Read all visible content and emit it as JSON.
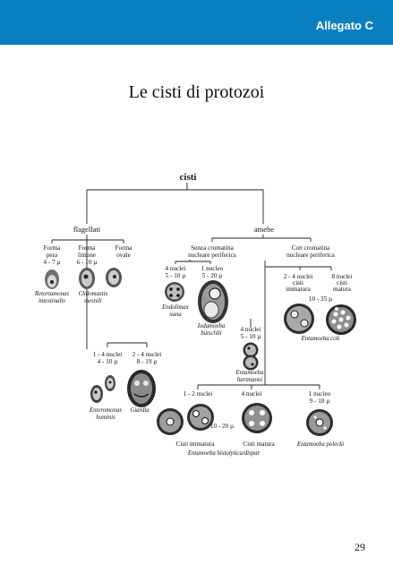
{
  "header": {
    "label": "Allegato C",
    "bar_color": "#0a7fc0"
  },
  "title": "Le cisti di protozoi",
  "page_number": "29",
  "diagram": {
    "root": "cisti",
    "groups": {
      "flagellati": "flagellati",
      "amebe": "amebe",
      "senza": [
        "Senza cromatina",
        "nucleare periferica"
      ],
      "con": [
        "Con cromatina",
        "nucleare periferica"
      ]
    },
    "forms": {
      "pera": [
        "Forma",
        "pera",
        "4 - 7 µ"
      ],
      "limone": [
        "Forma",
        "limone",
        "6 - 10 µ"
      ],
      "ovale": [
        "Forma",
        "ovale"
      ]
    },
    "species": {
      "retortamonas": [
        "Retortamonas",
        "intestinalis"
      ],
      "chilomastix": [
        "Chilomastix",
        "mesnili"
      ],
      "endolimax": [
        "Endolimax",
        "nana"
      ],
      "iodamoeba": [
        "Iodamoeba",
        "bütschlii"
      ],
      "hartmanni": [
        "Entamoeba",
        "hartmanni"
      ],
      "coli": "Entamoeba coli",
      "enteromonas": [
        "Enteromonas",
        "hominis"
      ],
      "giardia": "Giardia",
      "histolytica": "Entamoeba histolytica/dispar",
      "polecki": "Entamoeba polecki"
    },
    "sizes": {
      "endolimax": [
        "4 nuclei",
        "5 - 10 µ"
      ],
      "iodamoeba": [
        "1 nucleo",
        "5 - 20 µ"
      ],
      "hartmanni": [
        "4 nuclei",
        "5 - 10 µ"
      ],
      "coli_imm": [
        "2 - 4 nuclei",
        "cisti",
        "immatura"
      ],
      "coli_mat": [
        "8 nuclei",
        "cisti",
        "matura"
      ],
      "coli_size": "10 - 35 µ",
      "enteromonas": [
        "1 - 4 nuclei",
        "4 - 10 µ"
      ],
      "giardia": [
        "2 - 4 nuclei",
        "8 - 19 µ"
      ],
      "hist_12": "1 - 2 nuclei",
      "hist_4": "4 nuclei",
      "hist_size": "10 - 20 µ",
      "polecki": [
        "1 nucleo",
        "9 - 18 µ"
      ]
    },
    "captions": {
      "immatura": "Cisti immatura",
      "matura": "Cisti matura"
    }
  }
}
